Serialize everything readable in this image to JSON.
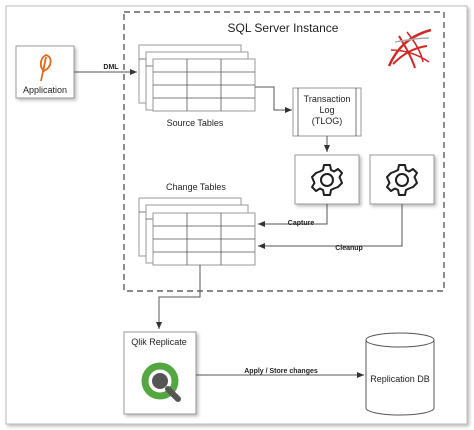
{
  "instance_title": "SQL Server Instance",
  "application_label": "Application",
  "edges": {
    "dml": "DML",
    "capture": "Capture",
    "cleanup": "Cleanup",
    "apply": "Apply / Store changes"
  },
  "source_tables_label": "Source  Tables",
  "change_tables_label": "Change Tables",
  "tlog_lines": [
    "Transaction",
    "Log",
    "(TLOG)"
  ],
  "qlik_label": "Qlik Replicate",
  "replication_db_label": "Replication DB",
  "icons": {
    "application": "leaf-icon",
    "sql_server": "sql-server-logo-icon",
    "capture_job": "gear-icon",
    "cleanup_job": "gear-icon",
    "qlik": "qlik-logo-icon"
  },
  "colors": {
    "application_accent": "#e06a1b",
    "sql_logo": "#cc2927",
    "qlik_green": "#54a641",
    "qlik_dark": "#555555"
  }
}
